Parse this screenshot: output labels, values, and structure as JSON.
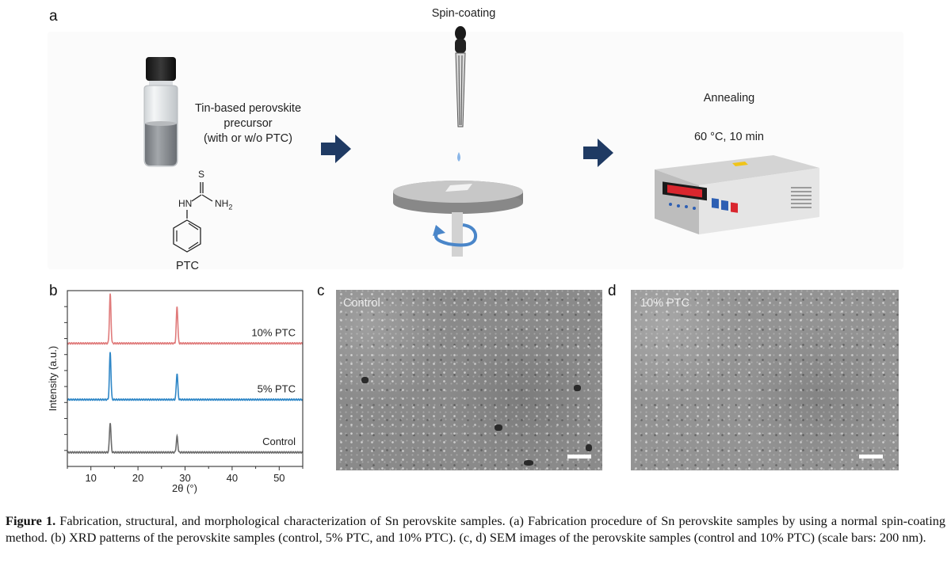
{
  "panels": {
    "a": {
      "letter": "a",
      "vial_label_lines": [
        "Tin-based perovskite",
        "precursor",
        "(with or w/o PTC)"
      ],
      "spin_label": "Spin-coating",
      "anneal_label": "Annealing",
      "anneal_condition": "60 °C, 10 min",
      "molecule": {
        "atom_s": "S",
        "atom_hn": "HN",
        "atom_nh": "NH",
        "subscript": "2",
        "name": "PTC"
      }
    },
    "b": {
      "letter": "b"
    },
    "c": {
      "letter": "c",
      "sem_label": "Control"
    },
    "d": {
      "letter": "d",
      "sem_label": "10% PTC"
    }
  },
  "colors": {
    "arrow": "#1f3a63",
    "ptc10": "#e07b7b",
    "ptc5": "#2f87c7",
    "control": "#6b6b6b"
  },
  "chart_data": {
    "type": "line",
    "xlabel": "2θ (°)",
    "ylabel": "Intensity (a.u.)",
    "xlim": [
      5,
      55
    ],
    "xticks": [
      10,
      20,
      30,
      40,
      50
    ],
    "ylim": [
      0,
      1
    ],
    "yticks_labeled": false,
    "series": [
      {
        "name": "10% PTC",
        "baseline": 0.7,
        "peaks": [
          {
            "x": 14.1,
            "h": 0.28
          },
          {
            "x": 28.3,
            "h": 0.21
          }
        ],
        "color": "#e07b7b"
      },
      {
        "name": "5% PTC",
        "baseline": 0.38,
        "peaks": [
          {
            "x": 14.1,
            "h": 0.27
          },
          {
            "x": 28.3,
            "h": 0.15
          }
        ],
        "color": "#2f87c7"
      },
      {
        "name": "Control",
        "baseline": 0.08,
        "peaks": [
          {
            "x": 14.1,
            "h": 0.17
          },
          {
            "x": 28.3,
            "h": 0.09
          }
        ],
        "color": "#6b6b6b"
      }
    ]
  },
  "caption": {
    "title": "Figure 1.",
    "text": " Fabrication, structural, and morphological characterization of Sn perovskite samples. (a) Fabrication procedure of Sn perovskite samples by using a normal spin-coating method. (b) XRD patterns of the perovskite samples (control, 5% PTC, and 10% PTC). (c, d) SEM images of the perovskite samples (control and 10% PTC) (scale bars: 200 nm)."
  }
}
